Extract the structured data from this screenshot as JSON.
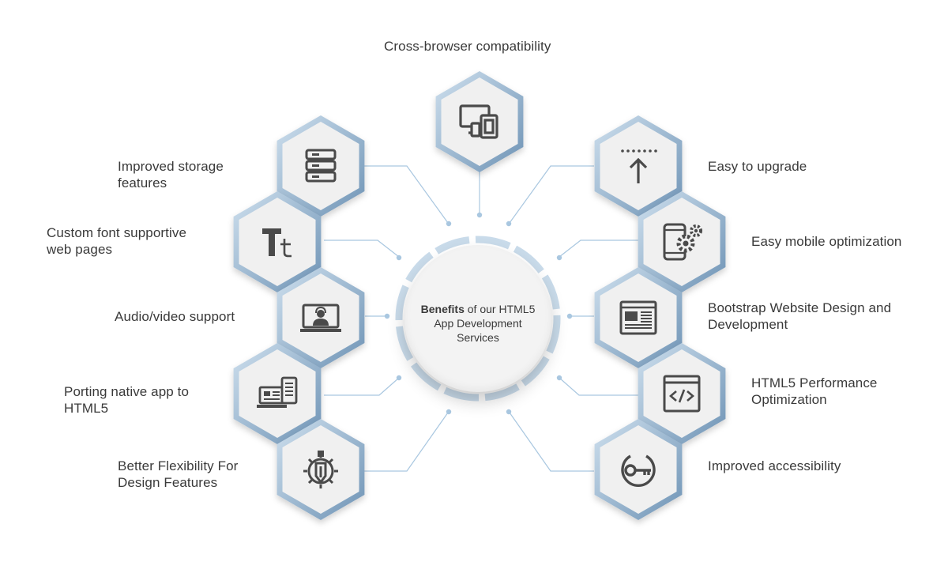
{
  "center": {
    "title_bold": "Benefits",
    "title_rest_line1": " of our HTML5",
    "title_line2": "App Development",
    "title_line3": "Services"
  },
  "benefits": [
    {
      "label": "Cross-browser compatibility",
      "icon": "devices-icon"
    },
    {
      "label": "Improved storage\nfeatures",
      "icon": "storage-icon"
    },
    {
      "label": "Custom font supportive\nweb pages",
      "icon": "font-icon"
    },
    {
      "label": "Audio/video support",
      "icon": "video-call-icon"
    },
    {
      "label": "Porting native app to\nHTML5",
      "icon": "app-porting-icon"
    },
    {
      "label": "Better Flexibility For\nDesign Features",
      "icon": "design-gear-icon"
    },
    {
      "label": "Easy to upgrade",
      "icon": "upgrade-arrow-icon"
    },
    {
      "label": "Easy mobile optimization",
      "icon": "mobile-settings-icon"
    },
    {
      "label": "Bootstrap Website Design and\nDevelopment",
      "icon": "layout-icon"
    },
    {
      "label": "HTML5 Performance\nOptimization",
      "icon": "code-window-icon"
    },
    {
      "label": "Improved accessibility",
      "icon": "key-icon"
    }
  ],
  "colors": {
    "hex_fill": "#f0f0f0",
    "hex_border_light": "#cfe0ee",
    "hex_border_dark": "#6e93b5",
    "ring": "#c9dbea",
    "connector": "#a9c7e0",
    "icon": "#4a4a4a"
  }
}
